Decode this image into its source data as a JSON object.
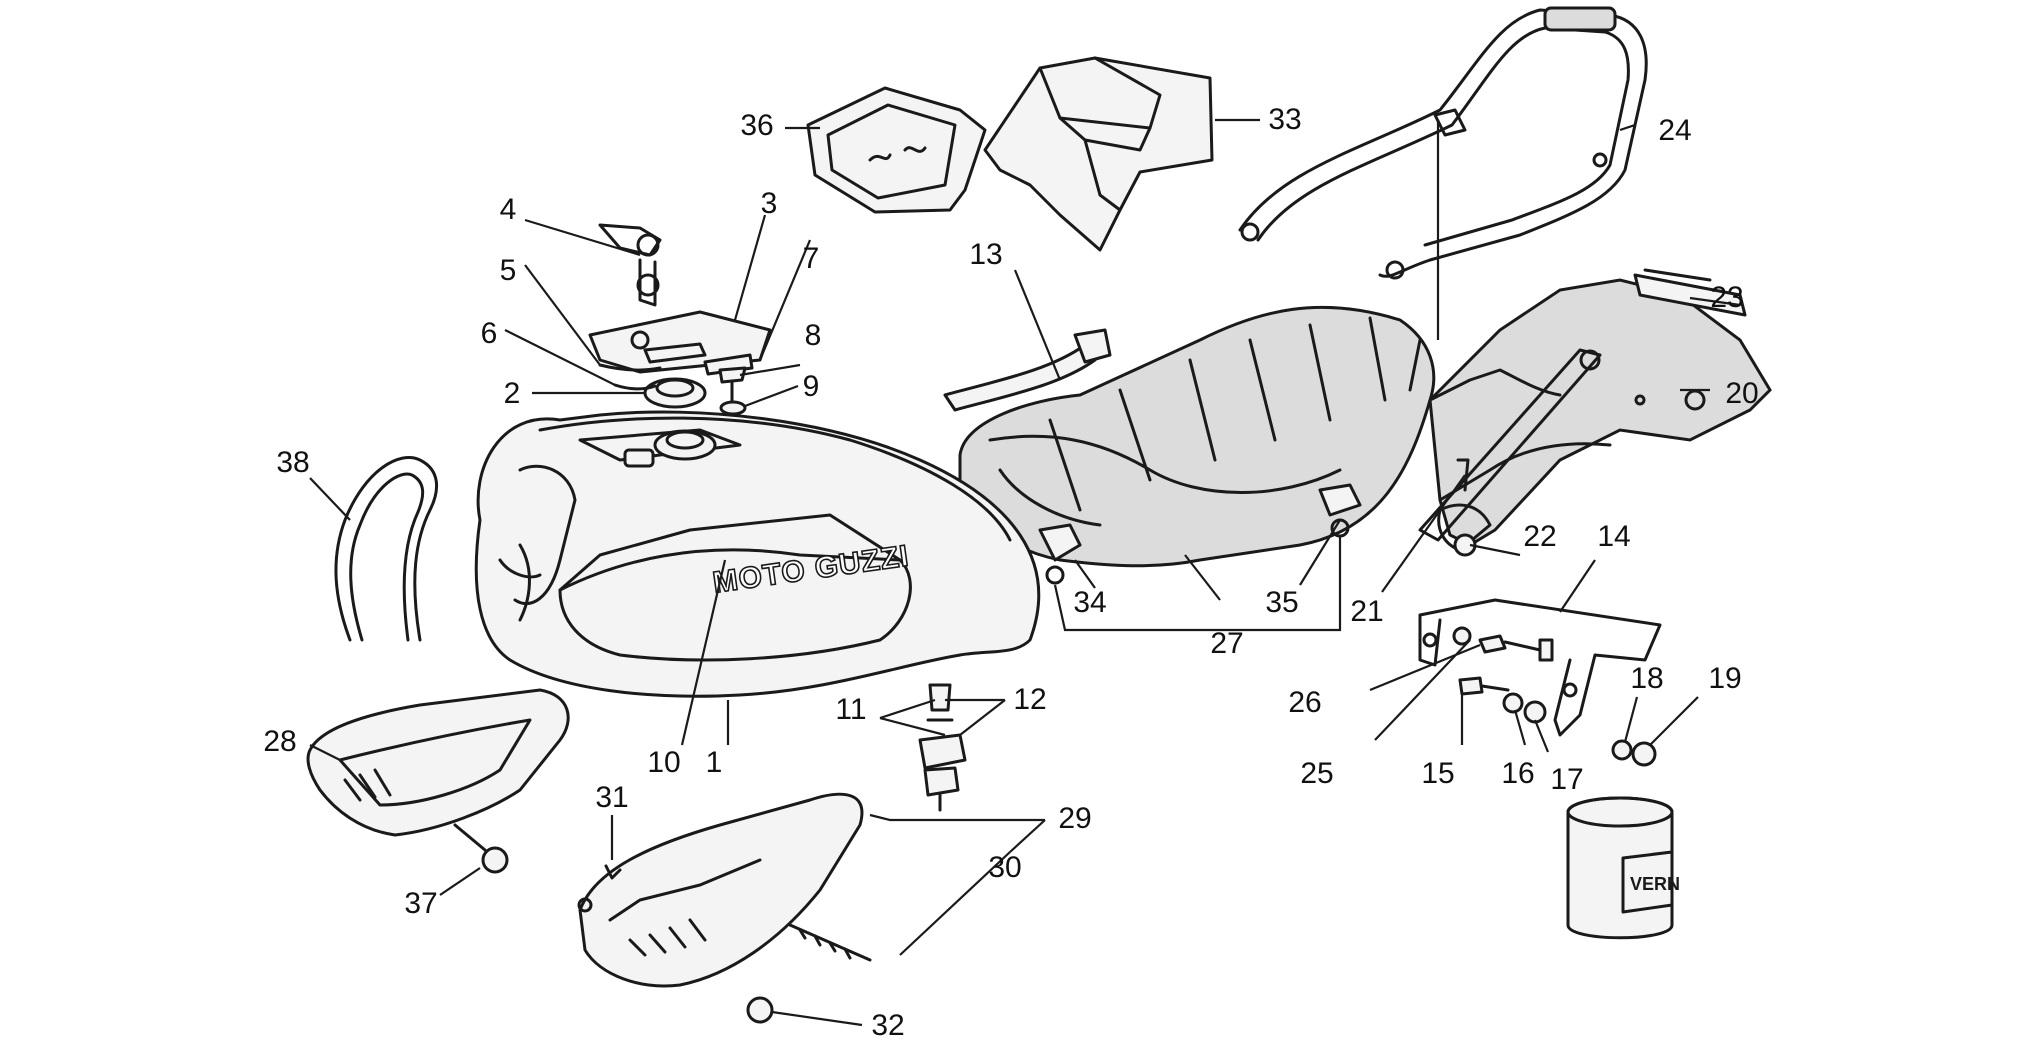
{
  "diagram": {
    "brand_text": "MOTO GUZZI",
    "can_label": "VERN",
    "callouts": {
      "c1": "1",
      "c2": "2",
      "c3": "3",
      "c4": "4",
      "c5": "5",
      "c6": "6",
      "c7": "7",
      "c8": "8",
      "c9": "9",
      "c10": "10",
      "c11": "11",
      "c12": "12",
      "c13": "13",
      "c14": "14",
      "c15": "15",
      "c16": "16",
      "c17": "17",
      "c18": "18",
      "c19": "19",
      "c20": "20",
      "c21": "21",
      "c22": "22",
      "c23": "23",
      "c24": "24",
      "c25": "25",
      "c26": "26",
      "c27": "27",
      "c28": "28",
      "c29": "29",
      "c30": "30",
      "c31": "31",
      "c32": "32",
      "c33": "33",
      "c34": "34",
      "c35": "35",
      "c36": "36",
      "c37": "37",
      "c38": "38"
    }
  }
}
